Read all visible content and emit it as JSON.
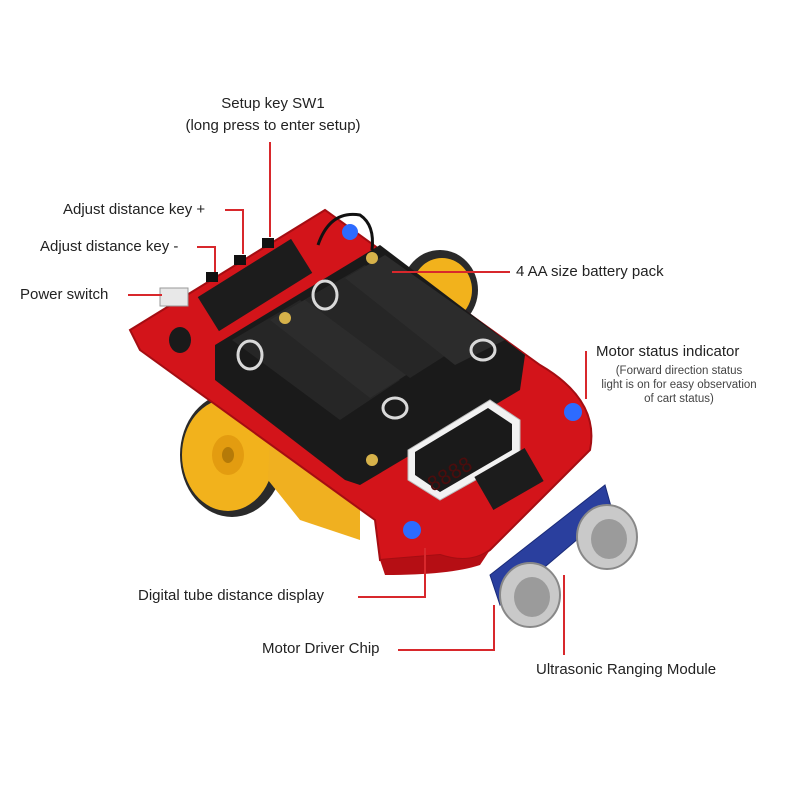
{
  "labels": {
    "setup_key_line1": "Setup key SW1",
    "setup_key_line2": "(long press to enter setup)",
    "adjust_plus": "Adjust distance key +",
    "adjust_minus": "Adjust distance key -",
    "power_switch": "Power switch",
    "battery_pack": "4 AA size battery pack",
    "motor_status": "Motor status indicator",
    "motor_status_note_1": "(Forward direction status",
    "motor_status_note_2": "light is on for easy observation",
    "motor_status_note_3": "of cart status)",
    "digital_display": "Digital tube distance display",
    "motor_driver": "Motor Driver Chip",
    "ultrasonic": "Ultrasonic Ranging Module"
  },
  "display_digits": "8888",
  "colors": {
    "leader_line": "#d8282c",
    "pcb_red": "#d3141a",
    "wheel_yellow": "#f2b21c",
    "battery_black": "#1a1a1a",
    "sensor_blue": "#2a3f9e",
    "led_blue": "#2d6bff"
  }
}
